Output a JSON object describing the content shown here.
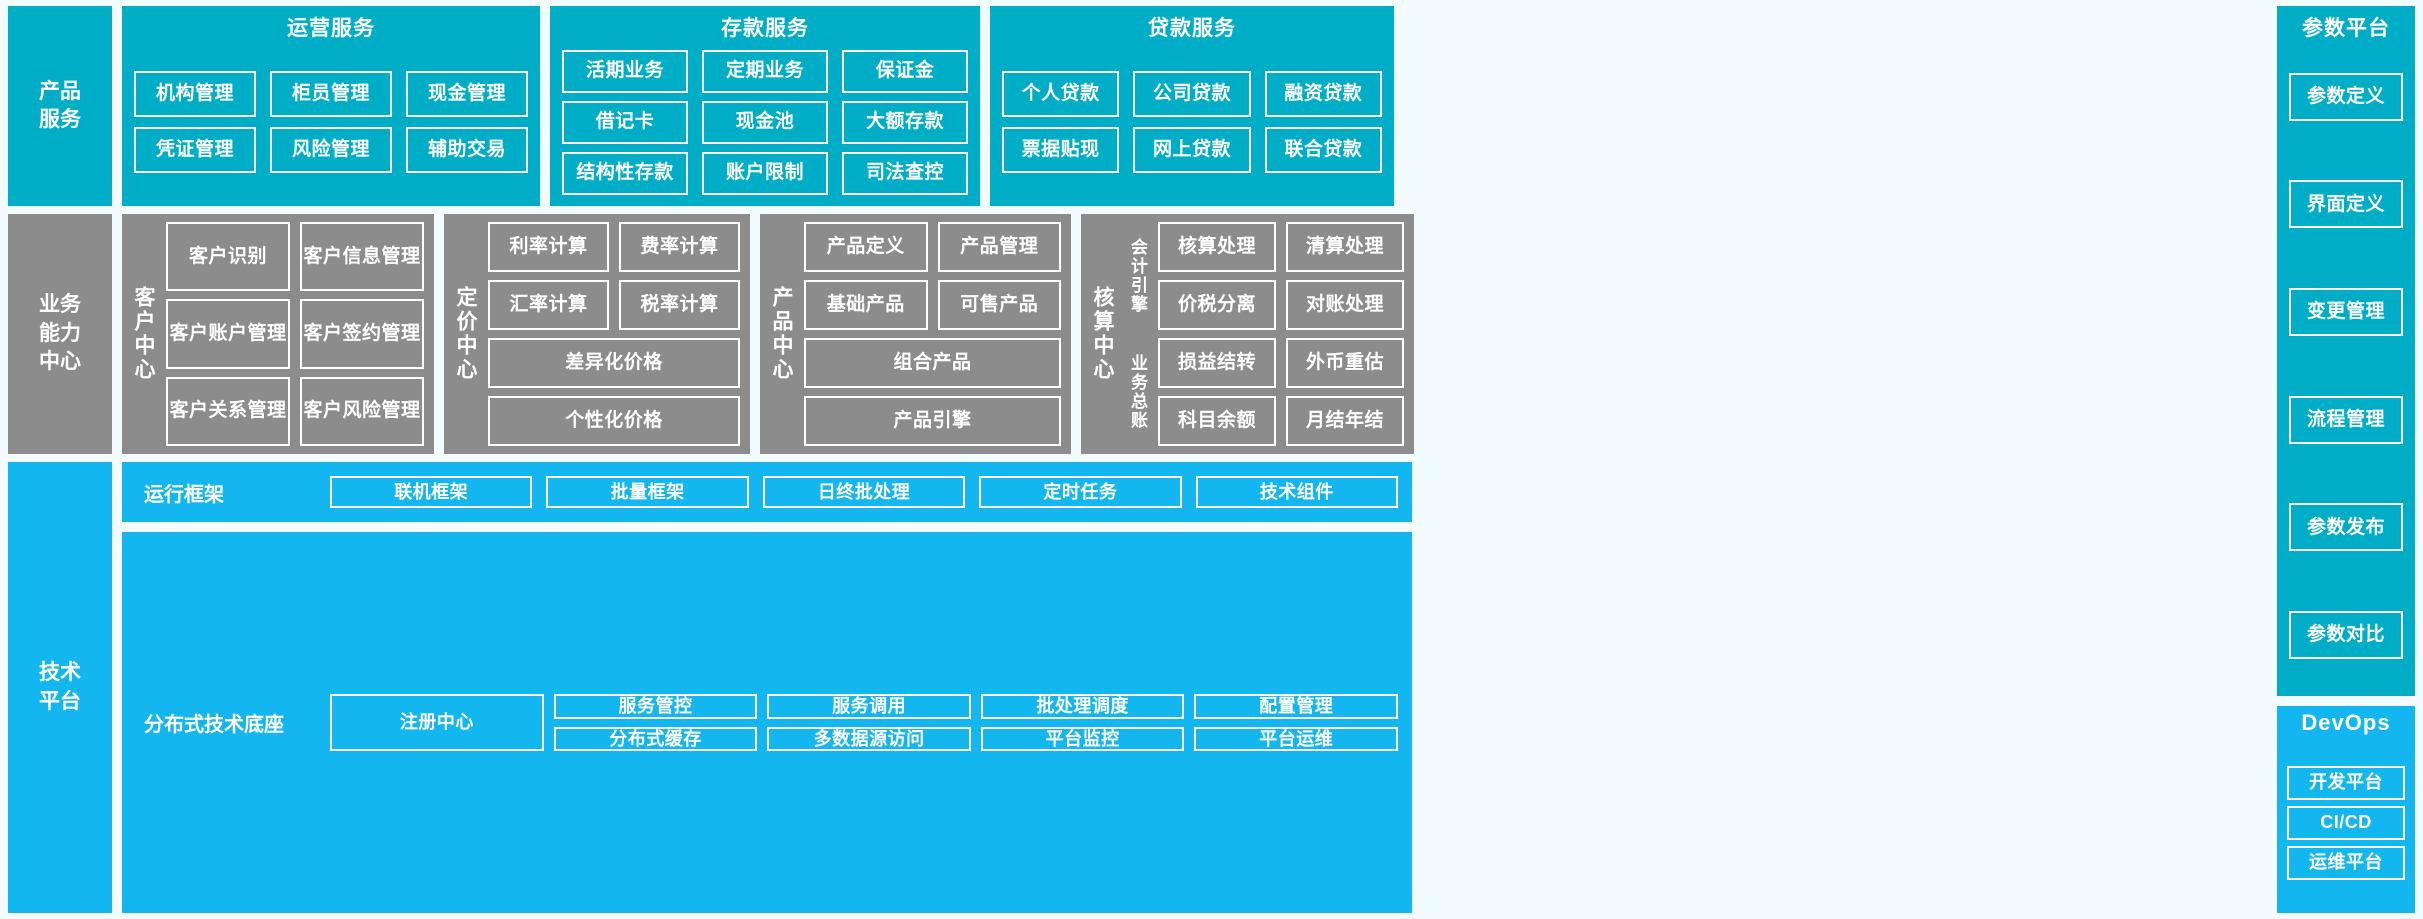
{
  "layers": {
    "product_service": "产品\n服务",
    "business_capability": "业务\n能力\n中心",
    "tech_platform": "技术\n平台"
  },
  "product_service": {
    "groups": [
      {
        "title": "运营服务",
        "items": [
          "机构管理",
          "柜员管理",
          "现金管理",
          "凭证管理",
          "风险管理",
          "辅助交易"
        ]
      },
      {
        "title": "存款服务",
        "items": [
          "活期业务",
          "定期业务",
          "保证金",
          "借记卡",
          "现金池",
          "大额存款",
          "结构性存款",
          "账户限制",
          "司法查控"
        ]
      },
      {
        "title": "贷款服务",
        "items": [
          "个人贷款",
          "公司贷款",
          "融资贷款",
          "票据贴现",
          "网上贷款",
          "联合贷款"
        ]
      }
    ]
  },
  "business_capability": {
    "centers": [
      {
        "name": "客户中心",
        "items": [
          "客户识别",
          "客户信息管理",
          "客户账户管理",
          "客户签约管理",
          "客户关系管理",
          "客户风险管理"
        ]
      },
      {
        "name": "定价中心",
        "items": [
          "利率计算",
          "费率计算",
          "汇率计算",
          "税率计算"
        ],
        "wide_items": [
          "差异化价格",
          "个性化价格"
        ]
      },
      {
        "name": "产品中心",
        "items": [
          "产品定义",
          "产品管理",
          "基础产品",
          "可售产品"
        ],
        "wide_items": [
          "组合产品",
          "产品引擎"
        ]
      },
      {
        "name": "核算中心",
        "subgroups": [
          "会计引擎",
          "业务总账"
        ],
        "items": [
          "核算处理",
          "清算处理",
          "价税分离",
          "对账处理",
          "损益结转",
          "外币重估",
          "科目余额",
          "月结年结"
        ]
      }
    ]
  },
  "tech_platform": {
    "runtime": {
      "label": "运行框架",
      "items": [
        "联机框架",
        "批量框架",
        "日终批处理",
        "定时任务",
        "技术组件"
      ]
    },
    "base": {
      "label": "分布式技术底座",
      "registry": "注册中心",
      "columns": [
        [
          "服务管控",
          "分布式缓存"
        ],
        [
          "服务调用",
          "多数据源访问"
        ],
        [
          "批处理调度",
          "平台监控"
        ],
        [
          "配置管理",
          "平台运维"
        ]
      ]
    }
  },
  "parameter_platform": {
    "title": "参数平台",
    "items": [
      "参数定义",
      "界面定义",
      "变更管理",
      "流程管理",
      "参数发布",
      "参数对比"
    ]
  },
  "devops": {
    "title": "DevOps",
    "items": [
      "开发平台",
      "CI/CD",
      "运维平台"
    ]
  },
  "colors": {
    "cyan": "#00adc6",
    "cyan_light": "#14b6ef",
    "gray": "#8c8c8c",
    "background": "#f2fbfd",
    "text": "#ffffff"
  }
}
